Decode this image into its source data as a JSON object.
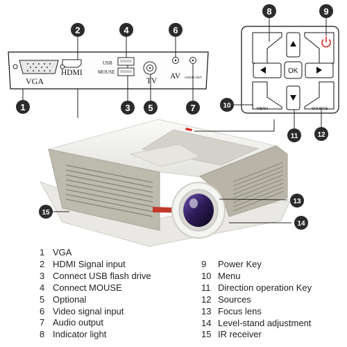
{
  "back_panel": {
    "vga": "VGA",
    "hdmi": "HDMI",
    "usb": "USB",
    "mouse": "MOUSE",
    "tv": "TV",
    "av": "AV",
    "audio_out": "AUDIO OUT"
  },
  "keypad": {
    "ok": "OK",
    "menu": "MENU",
    "source": "SOURCE"
  },
  "callouts": [
    "1",
    "2",
    "3",
    "4",
    "5",
    "6",
    "7",
    "8",
    "9",
    "10",
    "11",
    "12",
    "13",
    "14",
    "15"
  ],
  "legend_left": [
    {
      "n": "1",
      "text": "VGA"
    },
    {
      "n": "2",
      "text": "HDMI Signal input"
    },
    {
      "n": "3",
      "text": "Connect USB flash drive"
    },
    {
      "n": "4",
      "text": "Connect MOUSE"
    },
    {
      "n": "5",
      "text": "Optional"
    },
    {
      "n": "6",
      "text": "Video signal input"
    },
    {
      "n": "7",
      "text": "Audio output"
    },
    {
      "n": "8",
      "text": "Indicator light"
    }
  ],
  "legend_right": [
    {
      "n": "9",
      "text": "Power Key"
    },
    {
      "n": "10",
      "text": "Menu"
    },
    {
      "n": "11",
      "text": "Direction operation Key"
    },
    {
      "n": "12",
      "text": "Sources"
    },
    {
      "n": "13",
      "text": "Focus lens"
    },
    {
      "n": "14",
      "text": "Level-stand adjustment"
    },
    {
      "n": "15",
      "text": "IR receiver"
    }
  ],
  "colors": {
    "callout": "#2b2b2b",
    "power": "#d8261c",
    "accent_stripe": "#c0392b",
    "body_white": "#f2f2f0",
    "body_grey": "#b8b5a8"
  }
}
